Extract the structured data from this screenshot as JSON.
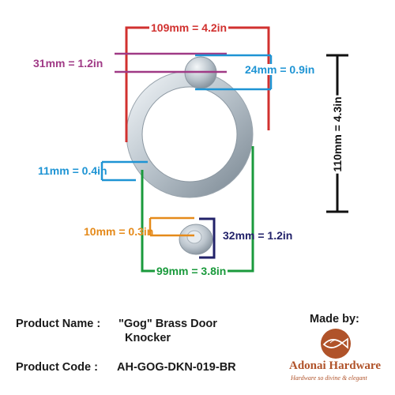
{
  "colors": {
    "red": "#d1312f",
    "purple": "#a03a86",
    "blue": "#1e94d4",
    "green": "#1a9a3c",
    "orange": "#e58a1a",
    "navy": "#22226a",
    "black": "#111111",
    "brand": "#b0532a",
    "metal_light": "#e4e9ee",
    "metal_mid": "#b7c1ca",
    "metal_dark": "#7e8b96"
  },
  "dimensions": {
    "width_total": "109mm = 4.2in",
    "ball_diameter": "31mm = 1.2in",
    "ring_thickness_top": "24mm = 0.9in",
    "height_total": "110mm = 4.3in",
    "ring_thickness": "11mm = 0.4in",
    "boss_depth": "10mm = 0.3in",
    "boss_diameter": "32mm = 1.2in",
    "inner_width": "99mm = 3.8in"
  },
  "product": {
    "name_label": "Product Name :",
    "name_line1": "\"Gog\" Brass Door",
    "name_line2": "Knocker",
    "code_label": "Product Code  :",
    "code_value": "AH-GOG-DKN-019-BR"
  },
  "brand": {
    "made_by": "Made by:",
    "name": "Adonai Hardware",
    "tagline": "Hardware so divine & elegant",
    "logo_icon": "fish-logo-icon"
  }
}
